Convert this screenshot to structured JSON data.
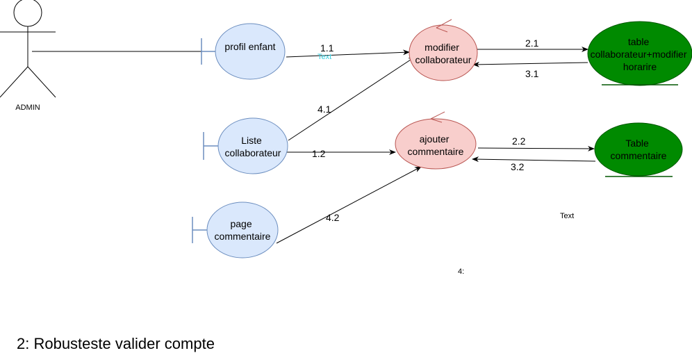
{
  "actor": {
    "label": "ADMIN"
  },
  "boundaries": {
    "profil_enfant": {
      "lines": [
        "profil enfant"
      ]
    },
    "liste_collaborateur": {
      "lines": [
        "Liste",
        "collaborateur"
      ]
    },
    "page_commentaire": {
      "lines": [
        "page",
        "commentaire"
      ]
    }
  },
  "controls": {
    "modifier_collaborateur": {
      "lines": [
        "modifier",
        "collaborateur"
      ]
    },
    "ajouter_commentaire": {
      "lines": [
        "ajouter",
        "commentaire"
      ]
    }
  },
  "entities": {
    "table_collaborateur": {
      "lines": [
        "table",
        "collaborateur+modifier",
        "horarire"
      ]
    },
    "table_commentaire": {
      "lines": [
        "Table",
        "commentaire"
      ]
    }
  },
  "edges": {
    "e_1_1": "1.1",
    "e_2_1": "2.1",
    "e_3_1": "3.1",
    "e_4_1": "4.1",
    "e_1_2": "1.2",
    "e_2_2": "2.2",
    "e_3_2": "3.2",
    "e_4_2": "4.2"
  },
  "stray": {
    "text_overlay": "Text",
    "text_label": "Text",
    "step_label": "4:"
  },
  "caption": "2: Robusteste valider compte",
  "colors": {
    "boundary_fill": "#dae8fc",
    "boundary_stroke": "#6c8ebf",
    "control_fill": "#f8cecc",
    "control_stroke": "#b85450",
    "entity_fill": "#008a00",
    "entity_stroke": "#005700",
    "overlay_text": "#33ccdd"
  }
}
